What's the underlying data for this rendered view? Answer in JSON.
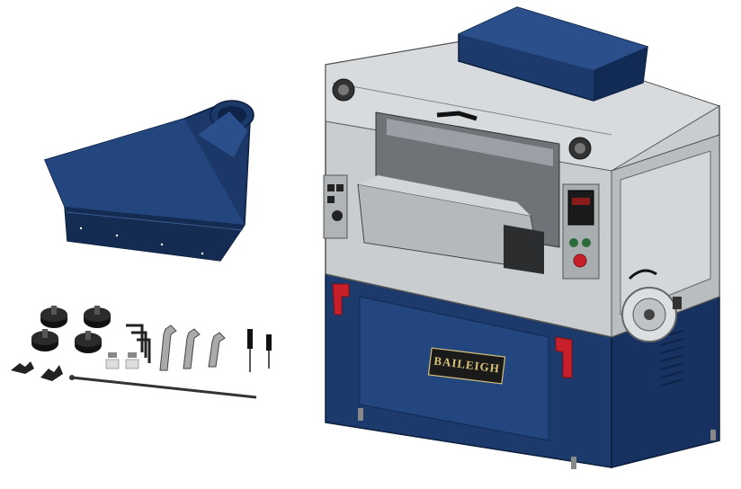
{
  "machine": {
    "brand_plate_text": "BAILEIGH",
    "colors": {
      "body_blue": "#1c3a6b",
      "panel_gray": "#cfd3d6",
      "handle_red": "#c8202a",
      "brand_gold": "#d9c27a"
    }
  },
  "accessories": {
    "dust_hood": "dust-hood",
    "items": [
      "leveling-feet",
      "wing-nuts",
      "hex-keys",
      "wrenches",
      "screwdrivers",
      "bolts",
      "hand-crank-rod"
    ]
  }
}
